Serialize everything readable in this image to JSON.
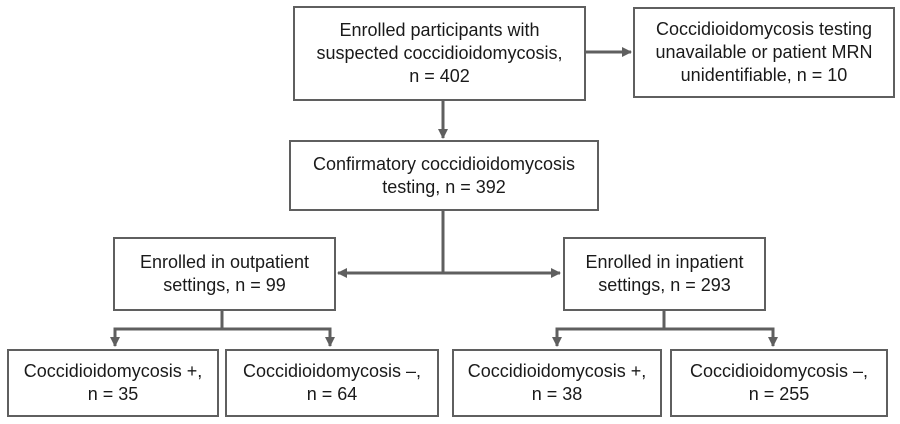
{
  "boxes": {
    "enrolled": {
      "lines": [
        "Enrolled participants with",
        "suspected coccidioidomycosis,",
        "n = 402"
      ]
    },
    "excluded": {
      "lines": [
        "Coccidioidomycosis testing",
        "unavailable or patient MRN",
        "unidentifiable, n = 10"
      ]
    },
    "confirmatory": {
      "lines": [
        "Confirmatory coccidioidomycosis",
        "testing, n = 392"
      ]
    },
    "outpatient": {
      "lines": [
        "Enrolled in outpatient",
        "settings, n = 99"
      ]
    },
    "inpatient": {
      "lines": [
        "Enrolled in inpatient",
        "settings, n = 293"
      ]
    },
    "out_pos": {
      "lines": [
        "Coccidioidomycosis +,",
        "n = 35"
      ]
    },
    "out_neg": {
      "lines": [
        "Coccidioidomycosis –,",
        "n = 64"
      ]
    },
    "in_pos": {
      "lines": [
        "Coccidioidomycosis +,",
        "n = 38"
      ]
    },
    "in_neg": {
      "lines": [
        "Coccidioidomycosis –,",
        "n = 255"
      ]
    }
  },
  "colors": {
    "border": "#5f5f5f",
    "connector": "#5f5f5f",
    "text": "#1a1a1a",
    "background": "#ffffff"
  }
}
